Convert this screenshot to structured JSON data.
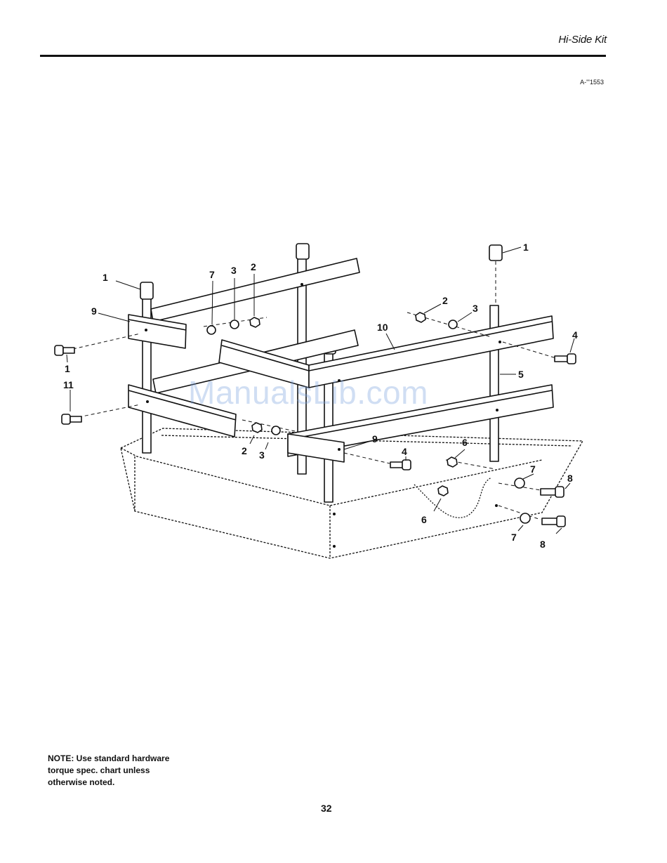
{
  "header": {
    "title": "Hi-Side Kit"
  },
  "figure": {
    "code": "A-\"'1553"
  },
  "watermark": "ManualsLib.com",
  "callouts": {
    "c1a": "1",
    "c1b": "1",
    "c1c": "1",
    "c2a": "2",
    "c2b": "2",
    "c2c": "2",
    "c3a": "3",
    "c3b": "3",
    "c3c": "3",
    "c4a": "4",
    "c4b": "4",
    "c5": "5",
    "c6a": "6",
    "c6b": "6",
    "c7a": "7",
    "c7b": "7",
    "c7c": "7",
    "c8a": "8",
    "c8b": "8",
    "c9a": "9",
    "c9b": "9",
    "c10": "10",
    "c11": "11"
  },
  "note": {
    "line1": "NOTE: Use standard hardware",
    "line2": "torque spec. chart unless",
    "line3": "otherwise noted."
  },
  "page_number": "32"
}
